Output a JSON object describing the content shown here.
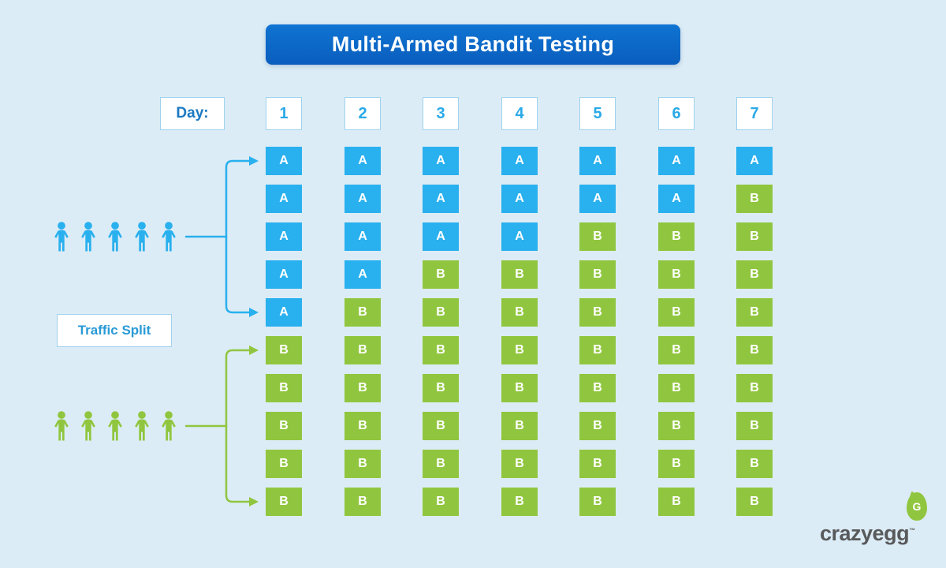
{
  "title": "Multi-Armed Bandit Testing",
  "day_header": {
    "label": "Day:",
    "days": [
      "1",
      "2",
      "3",
      "4",
      "5",
      "6",
      "7"
    ]
  },
  "traffic_split_label": "Traffic Split",
  "grid": {
    "rows": [
      [
        "A",
        "A",
        "A",
        "A",
        "A",
        "A",
        "A"
      ],
      [
        "A",
        "A",
        "A",
        "A",
        "A",
        "A",
        "B"
      ],
      [
        "A",
        "A",
        "A",
        "A",
        "B",
        "B",
        "B"
      ],
      [
        "A",
        "A",
        "B",
        "B",
        "B",
        "B",
        "B"
      ],
      [
        "A",
        "B",
        "B",
        "B",
        "B",
        "B",
        "B"
      ],
      [
        "B",
        "B",
        "B",
        "B",
        "B",
        "B",
        "B"
      ],
      [
        "B",
        "B",
        "B",
        "B",
        "B",
        "B",
        "B"
      ],
      [
        "B",
        "B",
        "B",
        "B",
        "B",
        "B",
        "B"
      ],
      [
        "B",
        "B",
        "B",
        "B",
        "B",
        "B",
        "B"
      ],
      [
        "B",
        "B",
        "B",
        "B",
        "B",
        "B",
        "B"
      ]
    ]
  },
  "groups": {
    "top": {
      "count": 5,
      "variant": "A"
    },
    "bottom": {
      "count": 5,
      "variant": "B"
    }
  },
  "colors": {
    "background": "#dcecf6",
    "variant_a": "#29b0ee",
    "variant_b": "#90c63f",
    "box_outline": "#9fd2ef",
    "title_bg": "#0c68c8",
    "day_label_text": "#1b79c2",
    "day_number_text": "#29a9e8",
    "traffic_text": "#2a9ad6",
    "logo_text": "#58595b"
  },
  "logo": {
    "brand": "crazyegg",
    "tm": "™",
    "egg_letter": "G"
  }
}
